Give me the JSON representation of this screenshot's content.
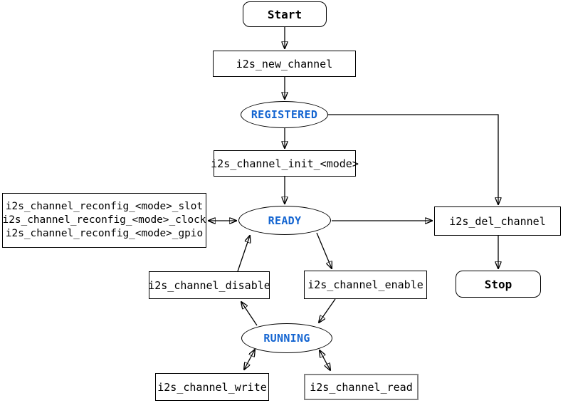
{
  "diagram": {
    "nodes": {
      "start": "Start",
      "new_channel": "i2s_new_channel",
      "registered": "REGISTERED",
      "init": "i2s_channel_init_<mode>",
      "reconfig_lines": [
        "i2s_channel_reconfig_<mode>_slot",
        "i2s_channel_reconfig_<mode>_clock",
        "i2s_channel_reconfig_<mode>_gpio"
      ],
      "ready": "READY",
      "del_channel": "i2s_del_channel",
      "stop": "Stop",
      "disable": "i2s_channel_disable",
      "enable": "i2s_channel_enable",
      "running": "RUNNING",
      "write": "i2s_channel_write",
      "read": "i2s_channel_read"
    },
    "edges": [
      {
        "from": "Start",
        "to": "i2s_new_channel",
        "type": "arrow"
      },
      {
        "from": "i2s_new_channel",
        "to": "REGISTERED",
        "type": "arrow"
      },
      {
        "from": "REGISTERED",
        "to": "i2s_channel_init_<mode>",
        "type": "arrow"
      },
      {
        "from": "REGISTERED",
        "to": "i2s_del_channel",
        "type": "arrow"
      },
      {
        "from": "i2s_channel_init_<mode>",
        "to": "READY",
        "type": "arrow"
      },
      {
        "from": "READY",
        "to": "i2s_channel_reconfig_<mode>_slot/clock/gpio",
        "type": "double-arrow"
      },
      {
        "from": "READY",
        "to": "i2s_del_channel",
        "type": "arrow"
      },
      {
        "from": "i2s_del_channel",
        "to": "Stop",
        "type": "arrow"
      },
      {
        "from": "i2s_channel_disable",
        "to": "READY",
        "type": "arrow"
      },
      {
        "from": "READY",
        "to": "i2s_channel_enable",
        "type": "arrow"
      },
      {
        "from": "RUNNING",
        "to": "i2s_channel_disable",
        "type": "arrow"
      },
      {
        "from": "i2s_channel_enable",
        "to": "RUNNING",
        "type": "arrow"
      },
      {
        "from": "RUNNING",
        "to": "i2s_channel_write",
        "type": "double-arrow"
      },
      {
        "from": "RUNNING",
        "to": "i2s_channel_read",
        "type": "double-arrow"
      }
    ],
    "colors": {
      "state_label": "#1465d1",
      "line": "#000000",
      "box_border": "#000000",
      "read_box_border": "#868686",
      "background": "#ffffff"
    }
  }
}
